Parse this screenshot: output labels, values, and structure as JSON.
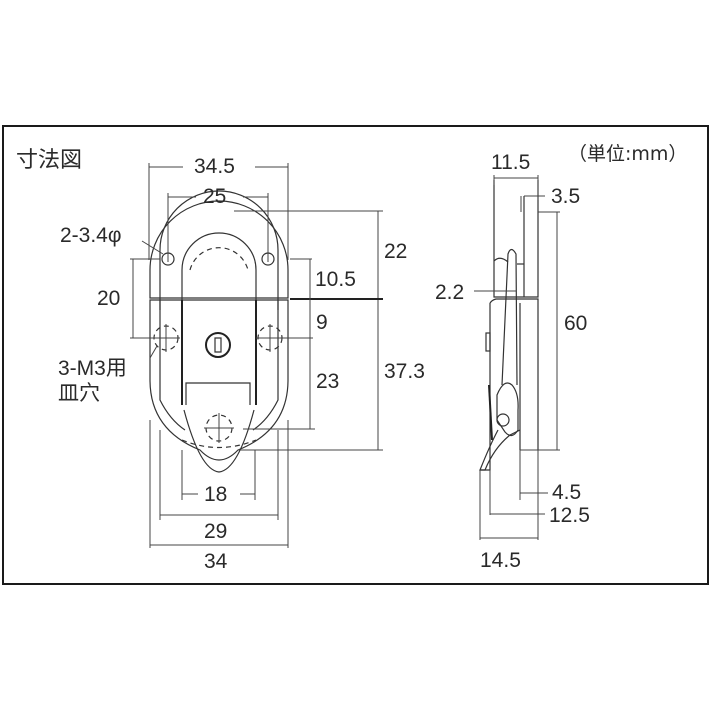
{
  "title": "寸法図",
  "unit_note": "（単位:mm）",
  "front_view": {
    "dims": {
      "overall_width_top": "34.5",
      "hole_pitch_top": "25",
      "hole_callout": "2-3.4φ",
      "height_20": "20",
      "height_22": "22",
      "height_10_5": "10.5",
      "height_9": "9",
      "height_23": "23",
      "height_37_3": "37.3",
      "screw_callout_line1": "3-M3用",
      "screw_callout_line2": "皿穴",
      "width_18": "18",
      "width_29": "29",
      "width_34": "34"
    }
  },
  "side_view": {
    "dims": {
      "depth_11_5": "11.5",
      "depth_3_5": "3.5",
      "thickness_2_2": "2.2",
      "height_60": "60",
      "depth_4_5": "4.5",
      "depth_12_5": "12.5",
      "depth_14_5": "14.5"
    }
  },
  "colors": {
    "line": "#333333",
    "text": "#2a2a2a",
    "background": "#ffffff"
  }
}
